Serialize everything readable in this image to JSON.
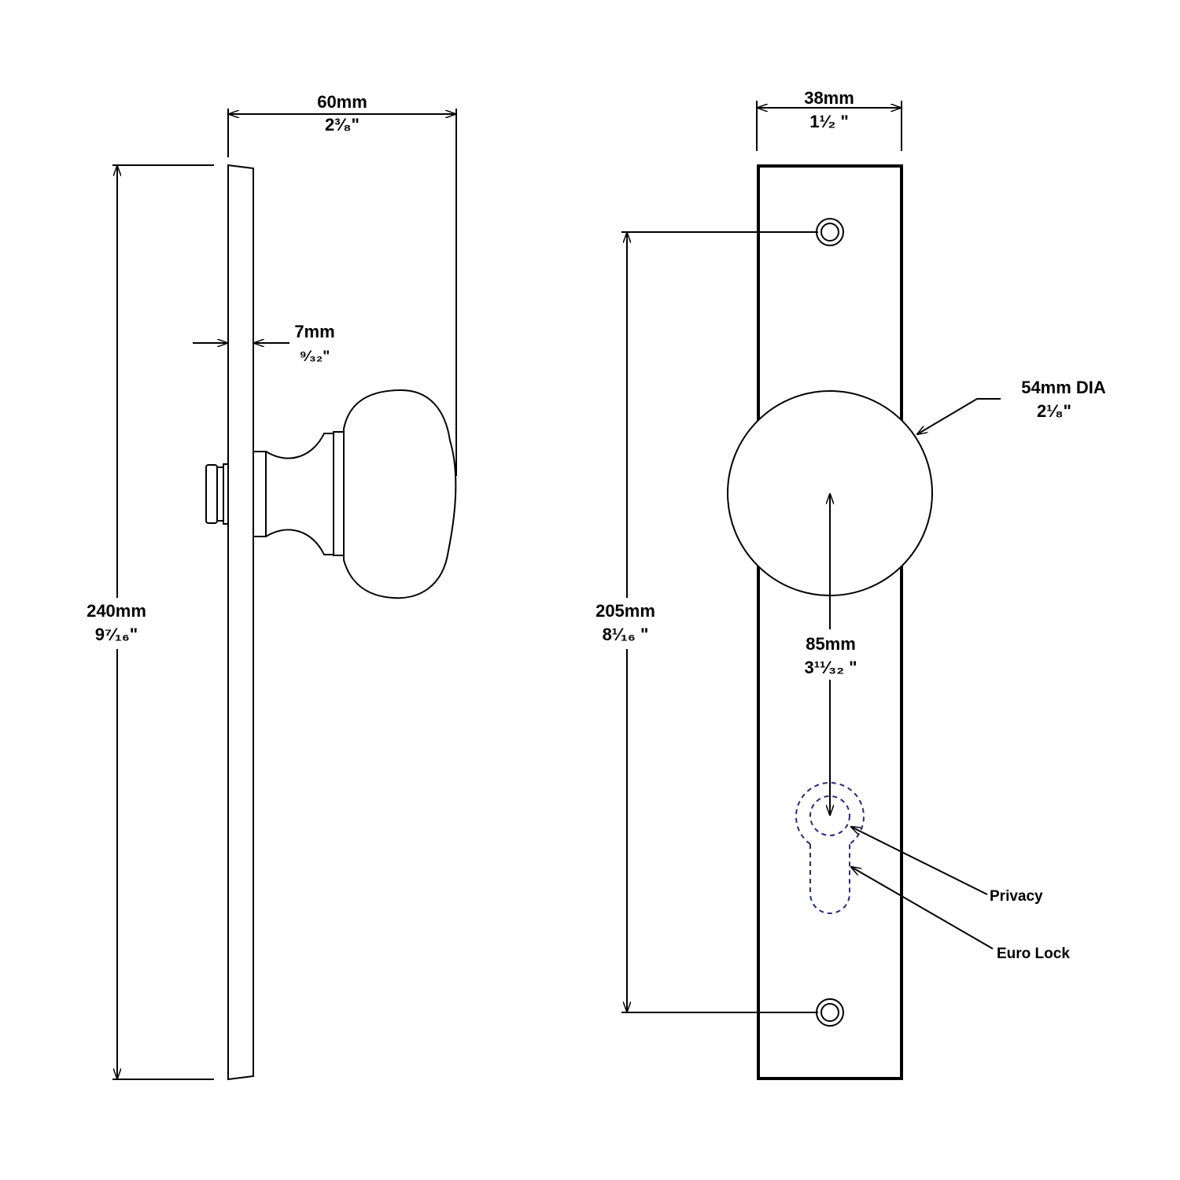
{
  "dimensions": {
    "side_width": {
      "metric": "60mm",
      "imperial": "2³⁄₈\""
    },
    "side_height": {
      "metric": "240mm",
      "imperial": "9⁷⁄₁₆\""
    },
    "plate_thickness": {
      "metric": "7mm",
      "imperial": "⁹⁄₃₂\""
    },
    "plate_width": {
      "metric": "38mm",
      "imperial": "1¹⁄₂ \""
    },
    "screw_centers": {
      "metric": "205mm",
      "imperial": "8¹⁄₁₆ \""
    },
    "knob_diameter": {
      "metric": "54mm DIA",
      "imperial": "2¹⁄₈\""
    },
    "backset": {
      "metric": "85mm",
      "imperial": "3¹¹⁄₃₂ \""
    }
  },
  "callouts": {
    "privacy": "Privacy",
    "euro_lock": "Euro Lock"
  },
  "colors": {
    "line": "#000000",
    "lock_outline": "#2a2a7a"
  }
}
